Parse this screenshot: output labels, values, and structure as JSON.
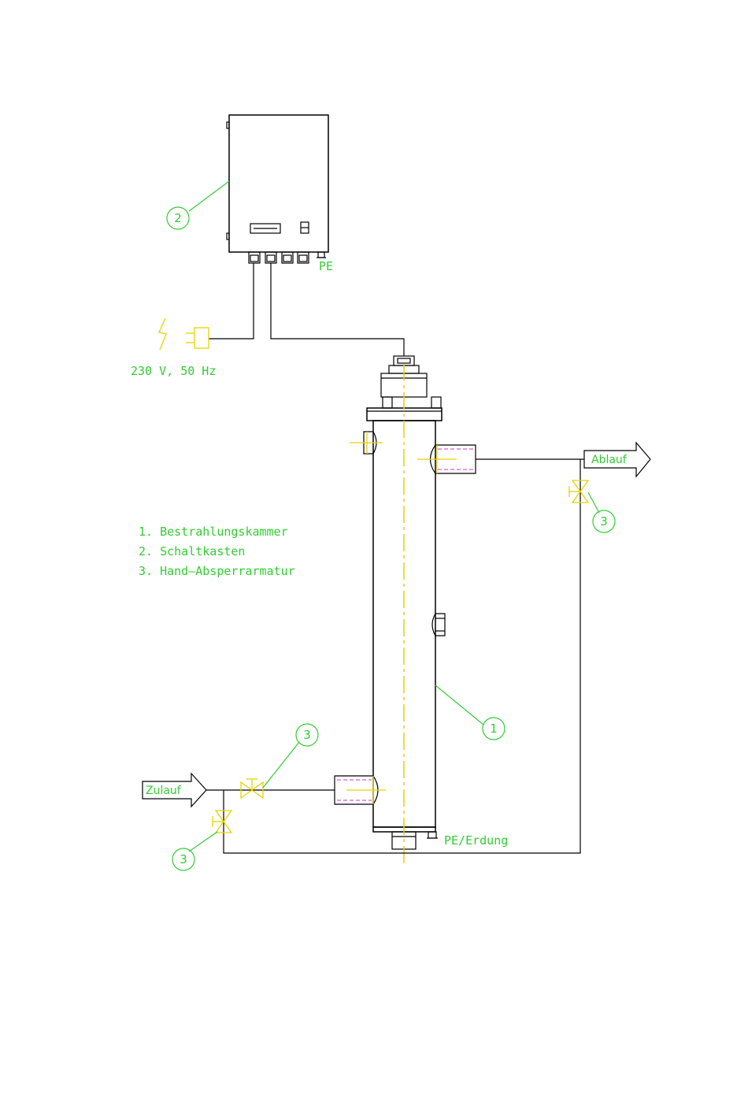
{
  "labels": {
    "pe_box": "PE",
    "power": "230 V, 50 Hz",
    "pe_ground": "PE/Erdung",
    "outlet": "Ablauf",
    "inlet": "Zulauf"
  },
  "legend": [
    "1. Bestrahlungskammer",
    "2. Schaltkasten",
    "3. Hand—Absperrarmatur"
  ],
  "callouts": {
    "chamber": "1",
    "control_box": "2",
    "valve_outlet": "3",
    "valve_inlet_top": "3",
    "valve_inlet_bottom": "3"
  },
  "colors": {
    "line": "#000000",
    "annotation": "#33cc33",
    "fitting": "#e6d200",
    "hidden": "#cc33cc"
  }
}
